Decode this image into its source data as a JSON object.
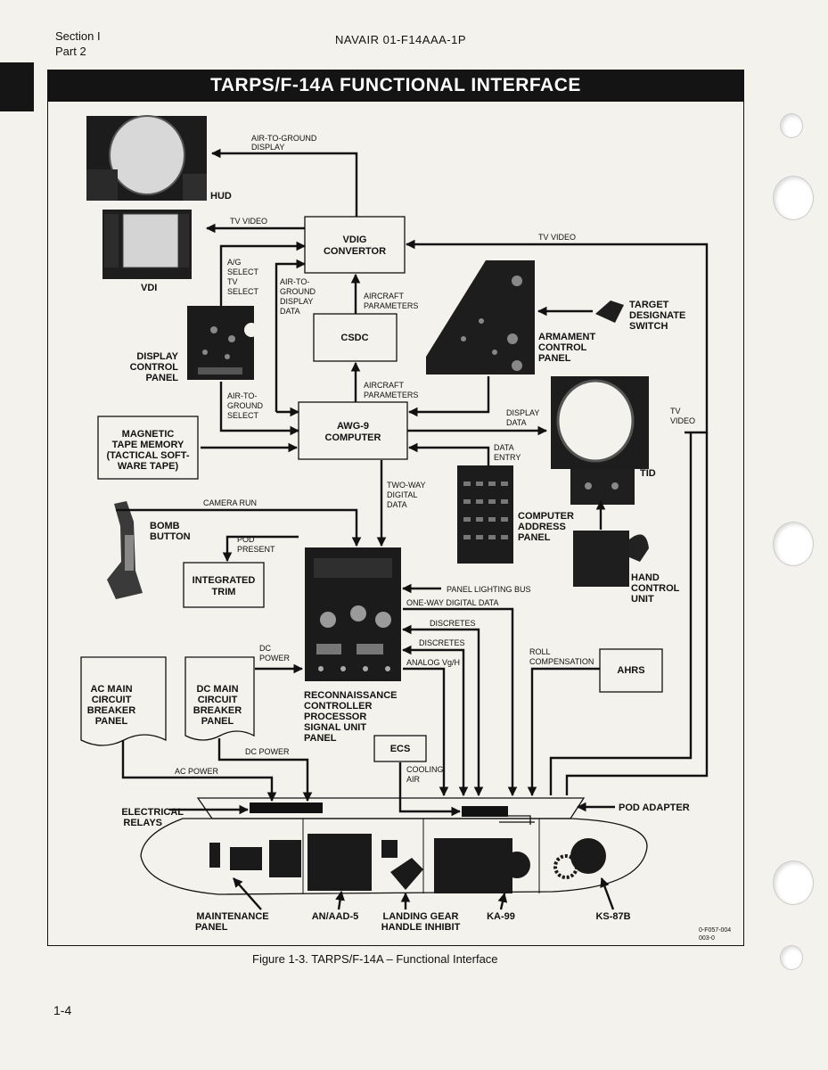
{
  "header": {
    "section": "Section I",
    "part": "Part 2",
    "doc_number": "NAVAIR 01-F14AAA-1P"
  },
  "title": "TARPS/F-14A FUNCTIONAL INTERFACE",
  "boxes": {
    "vdig": [
      "VDIG",
      "CONVERTOR"
    ],
    "csdc": [
      "CSDC"
    ],
    "awg9": [
      "AWG-9",
      "COMPUTER"
    ],
    "mtm": [
      "MAGNETIC",
      "TAPE MEMORY",
      "(TACTICAL SOFT-",
      "WARE TAPE)"
    ],
    "trim": [
      "INTEGRATED",
      "TRIM"
    ],
    "ahrs": [
      "AHRS"
    ],
    "ecs": [
      "ECS"
    ],
    "ac_panel": [
      "AC MAIN",
      "CIRCUIT",
      "BREAKER",
      "PANEL"
    ],
    "dc_panel": [
      "DC MAIN",
      "CIRCUIT",
      "BREAKER",
      "PANEL"
    ]
  },
  "labels": {
    "hud": [
      "HUD"
    ],
    "vdi": [
      "VDI"
    ],
    "display_control_panel": [
      "DISPLAY",
      "CONTROL",
      "PANEL"
    ],
    "armament_control_panel": [
      "ARMAMENT",
      "CONTROL",
      "PANEL"
    ],
    "target_designate": [
      "TARGET",
      "DESIGNATE",
      "SWITCH"
    ],
    "tid": [
      "TID"
    ],
    "computer_address_panel": [
      "COMPUTER",
      "ADDRESS",
      "PANEL"
    ],
    "hand_control_unit": [
      "HAND",
      "CONTROL",
      "UNIT"
    ],
    "bomb_button": [
      "BOMB",
      "BUTTON"
    ],
    "rcpsu": [
      "RECONNAISSANCE",
      "CONTROLLER",
      "PROCESSOR",
      "SIGNAL UNIT",
      "PANEL"
    ],
    "electrical_relays": [
      "ELECTRICAL",
      "RELAYS"
    ],
    "pod_adapter": [
      "POD ADAPTER"
    ],
    "maintenance_panel": [
      "MAINTENANCE",
      "PANEL"
    ],
    "an_aad5": [
      "AN/AAD-5"
    ],
    "landing_gear": [
      "LANDING GEAR",
      "HANDLE INHIBIT"
    ],
    "ka99": [
      "KA-99"
    ],
    "ks87b": [
      "KS-87B"
    ]
  },
  "signals": {
    "air_to_ground_display": [
      "AIR-TO-GROUND",
      "DISPLAY"
    ],
    "tv_video_vdi": [
      "TV VIDEO"
    ],
    "tv_video_top": [
      "TV VIDEO"
    ],
    "ag_select": [
      "A/G",
      "SELECT",
      "TV",
      "SELECT"
    ],
    "atg_display_data": [
      "AIR-TO-",
      "GROUND",
      "DISPLAY",
      "DATA"
    ],
    "aircraft_params_1": [
      "AIRCRAFT",
      "PARAMETERS"
    ],
    "aircraft_params_2": [
      "AIRCRAFT",
      "PARAMETERS"
    ],
    "atg_select": [
      "AIR-TO-",
      "GROUND",
      "SELECT"
    ],
    "display_data": [
      "DISPLAY",
      "DATA"
    ],
    "tv_video_tid": [
      "TV",
      "VIDEO"
    ],
    "data_entry": [
      "DATA",
      "ENTRY"
    ],
    "two_way": [
      "TWO-WAY",
      "DIGITAL",
      "DATA"
    ],
    "camera_run": [
      "CAMERA RUN"
    ],
    "pod_present": [
      "POD",
      "PRESENT"
    ],
    "panel_lighting": [
      "PANEL  LIGHTING  BUS"
    ],
    "one_way": [
      "ONE-WAY  DIGITAL  DATA"
    ],
    "discretes_1": [
      "DISCRETES"
    ],
    "discretes_2": [
      "DISCRETES"
    ],
    "analog": [
      "ANALOG  Vg/H"
    ],
    "roll_comp": [
      "ROLL",
      "COMPENSATION"
    ],
    "dc_power_1": [
      "DC",
      "POWER"
    ],
    "dc_power_2": [
      "DC POWER"
    ],
    "ac_power": [
      "AC POWER"
    ],
    "cooling_air": [
      "COOLING",
      "AIR"
    ]
  },
  "figure_id": [
    "0-F057-004",
    "003-0"
  ],
  "caption": "Figure 1-3.  TARPS/F-14A – Functional Interface",
  "page_number": "1-4"
}
